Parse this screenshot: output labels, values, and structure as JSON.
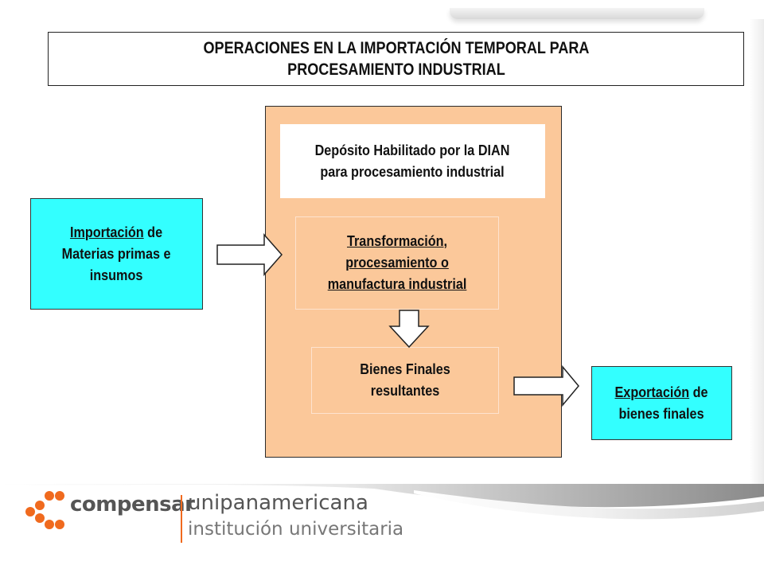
{
  "title": {
    "line1": "OPERACIONES EN LA IMPORTACIÓN TEMPORAL PARA",
    "line2": "PROCESAMIENTO INDUSTRIAL"
  },
  "deposit": {
    "line1": "Depósito Habilitado por la DIAN",
    "line2": "para procesamiento industrial"
  },
  "transformation": {
    "line1": "Transformación,",
    "line2": "procesamiento o",
    "line3": "manufactura industrial"
  },
  "final_goods": {
    "line1": "Bienes Finales",
    "line2": "resultantes"
  },
  "import_box": {
    "underlined": "Importación",
    "rest1": " de",
    "line2": "Materias primas e",
    "line3": "insumos"
  },
  "export_box": {
    "underlined": "Exportación",
    "rest1": " de",
    "line2": "bienes finales"
  },
  "footer": {
    "brand_name": "compensar",
    "institution_name": "unipanamericana",
    "institution_type": "institución universitaria"
  },
  "colors": {
    "panel": "#fbc89a",
    "cyan": "#33ffff",
    "logo_orange": "#f06a1e"
  }
}
